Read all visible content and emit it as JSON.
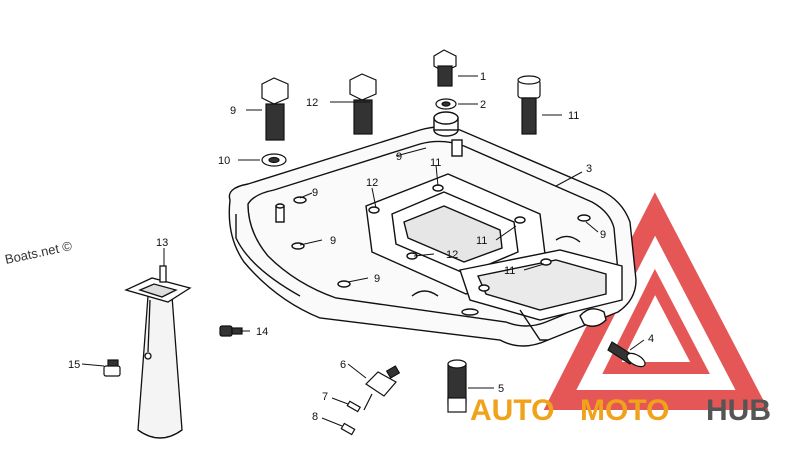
{
  "watermark": {
    "copyright": "Boats.net ©"
  },
  "logo": {
    "auto": "AUTO",
    "moto": "MOTO",
    "hub": "HUB",
    "color_red": "#e03a3a",
    "color_orange": "#f0a21a",
    "color_gray": "#555555"
  },
  "callouts": [
    {
      "id": "c1",
      "label": "1"
    },
    {
      "id": "c2",
      "label": "2"
    },
    {
      "id": "c3",
      "label": "3"
    },
    {
      "id": "c4",
      "label": "4"
    },
    {
      "id": "c5",
      "label": "5"
    },
    {
      "id": "c6",
      "label": "6"
    },
    {
      "id": "c7",
      "label": "7"
    },
    {
      "id": "c8",
      "label": "8"
    },
    {
      "id": "c9a",
      "label": "9"
    },
    {
      "id": "c9b",
      "label": "9"
    },
    {
      "id": "c9c",
      "label": "9"
    },
    {
      "id": "c9d",
      "label": "9"
    },
    {
      "id": "c9e",
      "label": "9"
    },
    {
      "id": "c9f",
      "label": "9"
    },
    {
      "id": "c10",
      "label": "10"
    },
    {
      "id": "c11a",
      "label": "11"
    },
    {
      "id": "c11b",
      "label": "11"
    },
    {
      "id": "c11c",
      "label": "11"
    },
    {
      "id": "c11d",
      "label": "11"
    },
    {
      "id": "c12a",
      "label": "12"
    },
    {
      "id": "c12b",
      "label": "12"
    },
    {
      "id": "c12c",
      "label": "12"
    },
    {
      "id": "c13",
      "label": "13"
    },
    {
      "id": "c14",
      "label": "14"
    },
    {
      "id": "c15",
      "label": "15"
    }
  ]
}
